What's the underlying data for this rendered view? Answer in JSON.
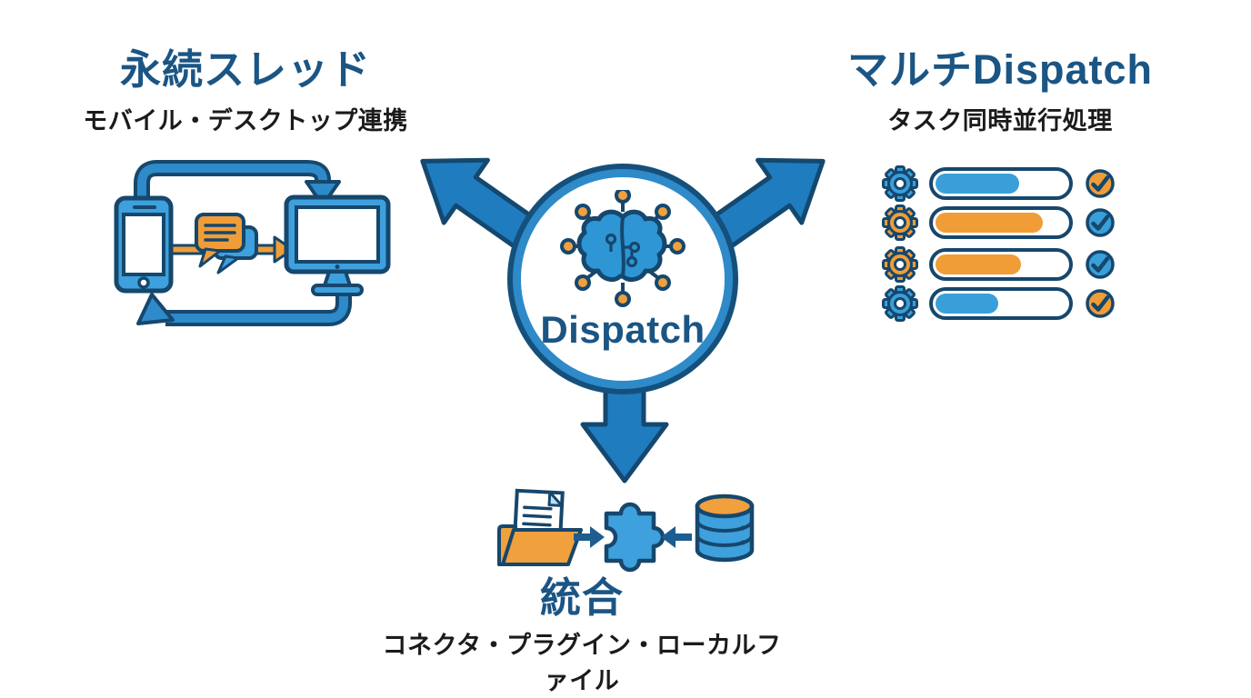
{
  "hub": {
    "label": "Dispatch",
    "icon": "brain-network-icon"
  },
  "features": {
    "persistent_threads": {
      "title": "永続スレッド",
      "subtitle": "モバイル・デスクトップ連携"
    },
    "multi_dispatch": {
      "title": "マルチDispatch",
      "subtitle": "タスク同時並行処理"
    },
    "integration": {
      "title": "統合",
      "subtitle": "コネクタ・プラグイン・ローカルファイル"
    }
  },
  "tasks": [
    {
      "gear": "blue",
      "bar": "blue",
      "progress": 64,
      "check": "orange"
    },
    {
      "gear": "orange",
      "bar": "orange",
      "progress": 82,
      "check": "blue"
    },
    {
      "gear": "orange",
      "bar": "orange",
      "progress": 65,
      "check": "blue"
    },
    {
      "gear": "blue",
      "bar": "blue",
      "progress": 48,
      "check": "orange"
    }
  ],
  "colors": {
    "blue": "#3a9fd9",
    "orange": "#f09d38",
    "navy": "#16476d",
    "arrow_blue": "#1f7cbf",
    "title_blue": "#1b5584",
    "text_dark": "#1b1b1b",
    "hub_ring_inner": "#2e8ac8",
    "hub_ring_outer": "#15507c"
  }
}
